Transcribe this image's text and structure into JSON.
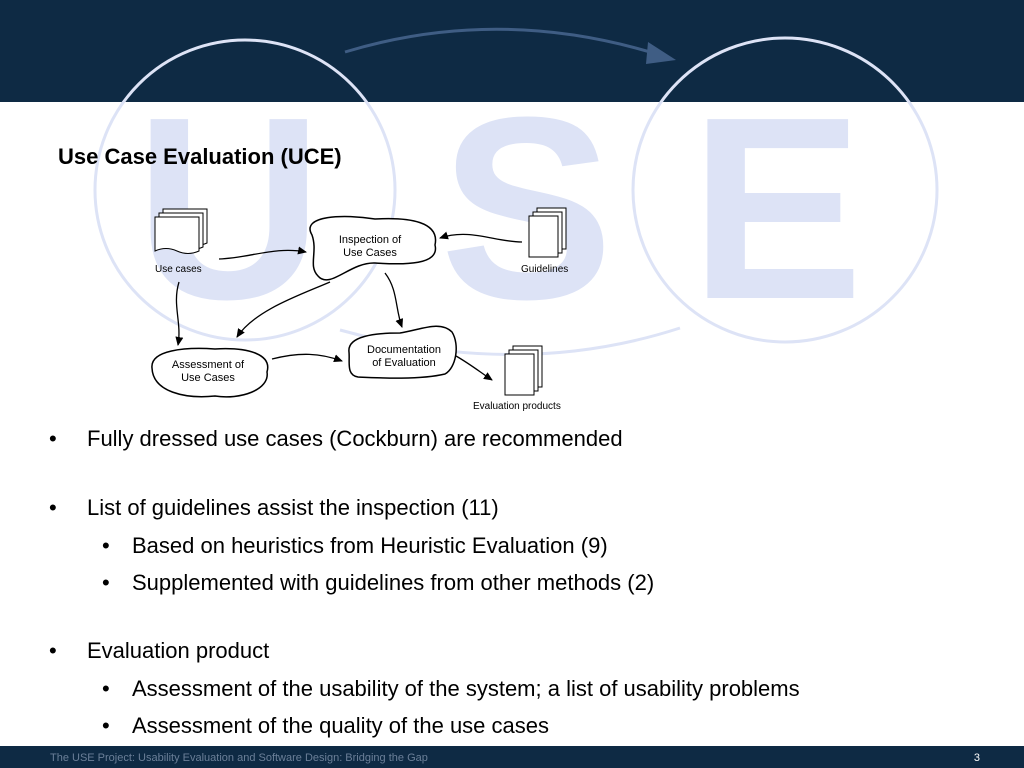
{
  "slide": {
    "title": "Use Case Evaluation (UCE)",
    "watermark_letters": [
      "U",
      "S",
      "E"
    ],
    "colors": {
      "header": "#0e2a44",
      "watermark": "#dde3f6"
    }
  },
  "diagram": {
    "nodes": {
      "use_cases": "Use cases",
      "guidelines": "Guidelines",
      "inspection": [
        "Inspection of",
        "Use Cases"
      ],
      "assessment": [
        "Assessment of",
        "Use Cases"
      ],
      "documentation": [
        "Documentation",
        "of Evaluation"
      ],
      "evaluation_products": "Evaluation products"
    }
  },
  "bullets": [
    {
      "text": "Fully dressed use cases (Cockburn) are recommended"
    },
    {
      "text": "List of guidelines assist the inspection (11)"
    },
    {
      "text": "Based on heuristics from Heuristic Evaluation (9)"
    },
    {
      "text": "Supplemented with guidelines from other methods (2)"
    },
    {
      "text": "Evaluation product"
    },
    {
      "text": "Assessment of the usability of the system; a list of usability problems"
    },
    {
      "text": "Assessment of the quality of the use cases"
    }
  ],
  "footer": {
    "text": "The USE Project: Usability Evaluation and Software Design: Bridging the Gap",
    "page_number": "3"
  }
}
